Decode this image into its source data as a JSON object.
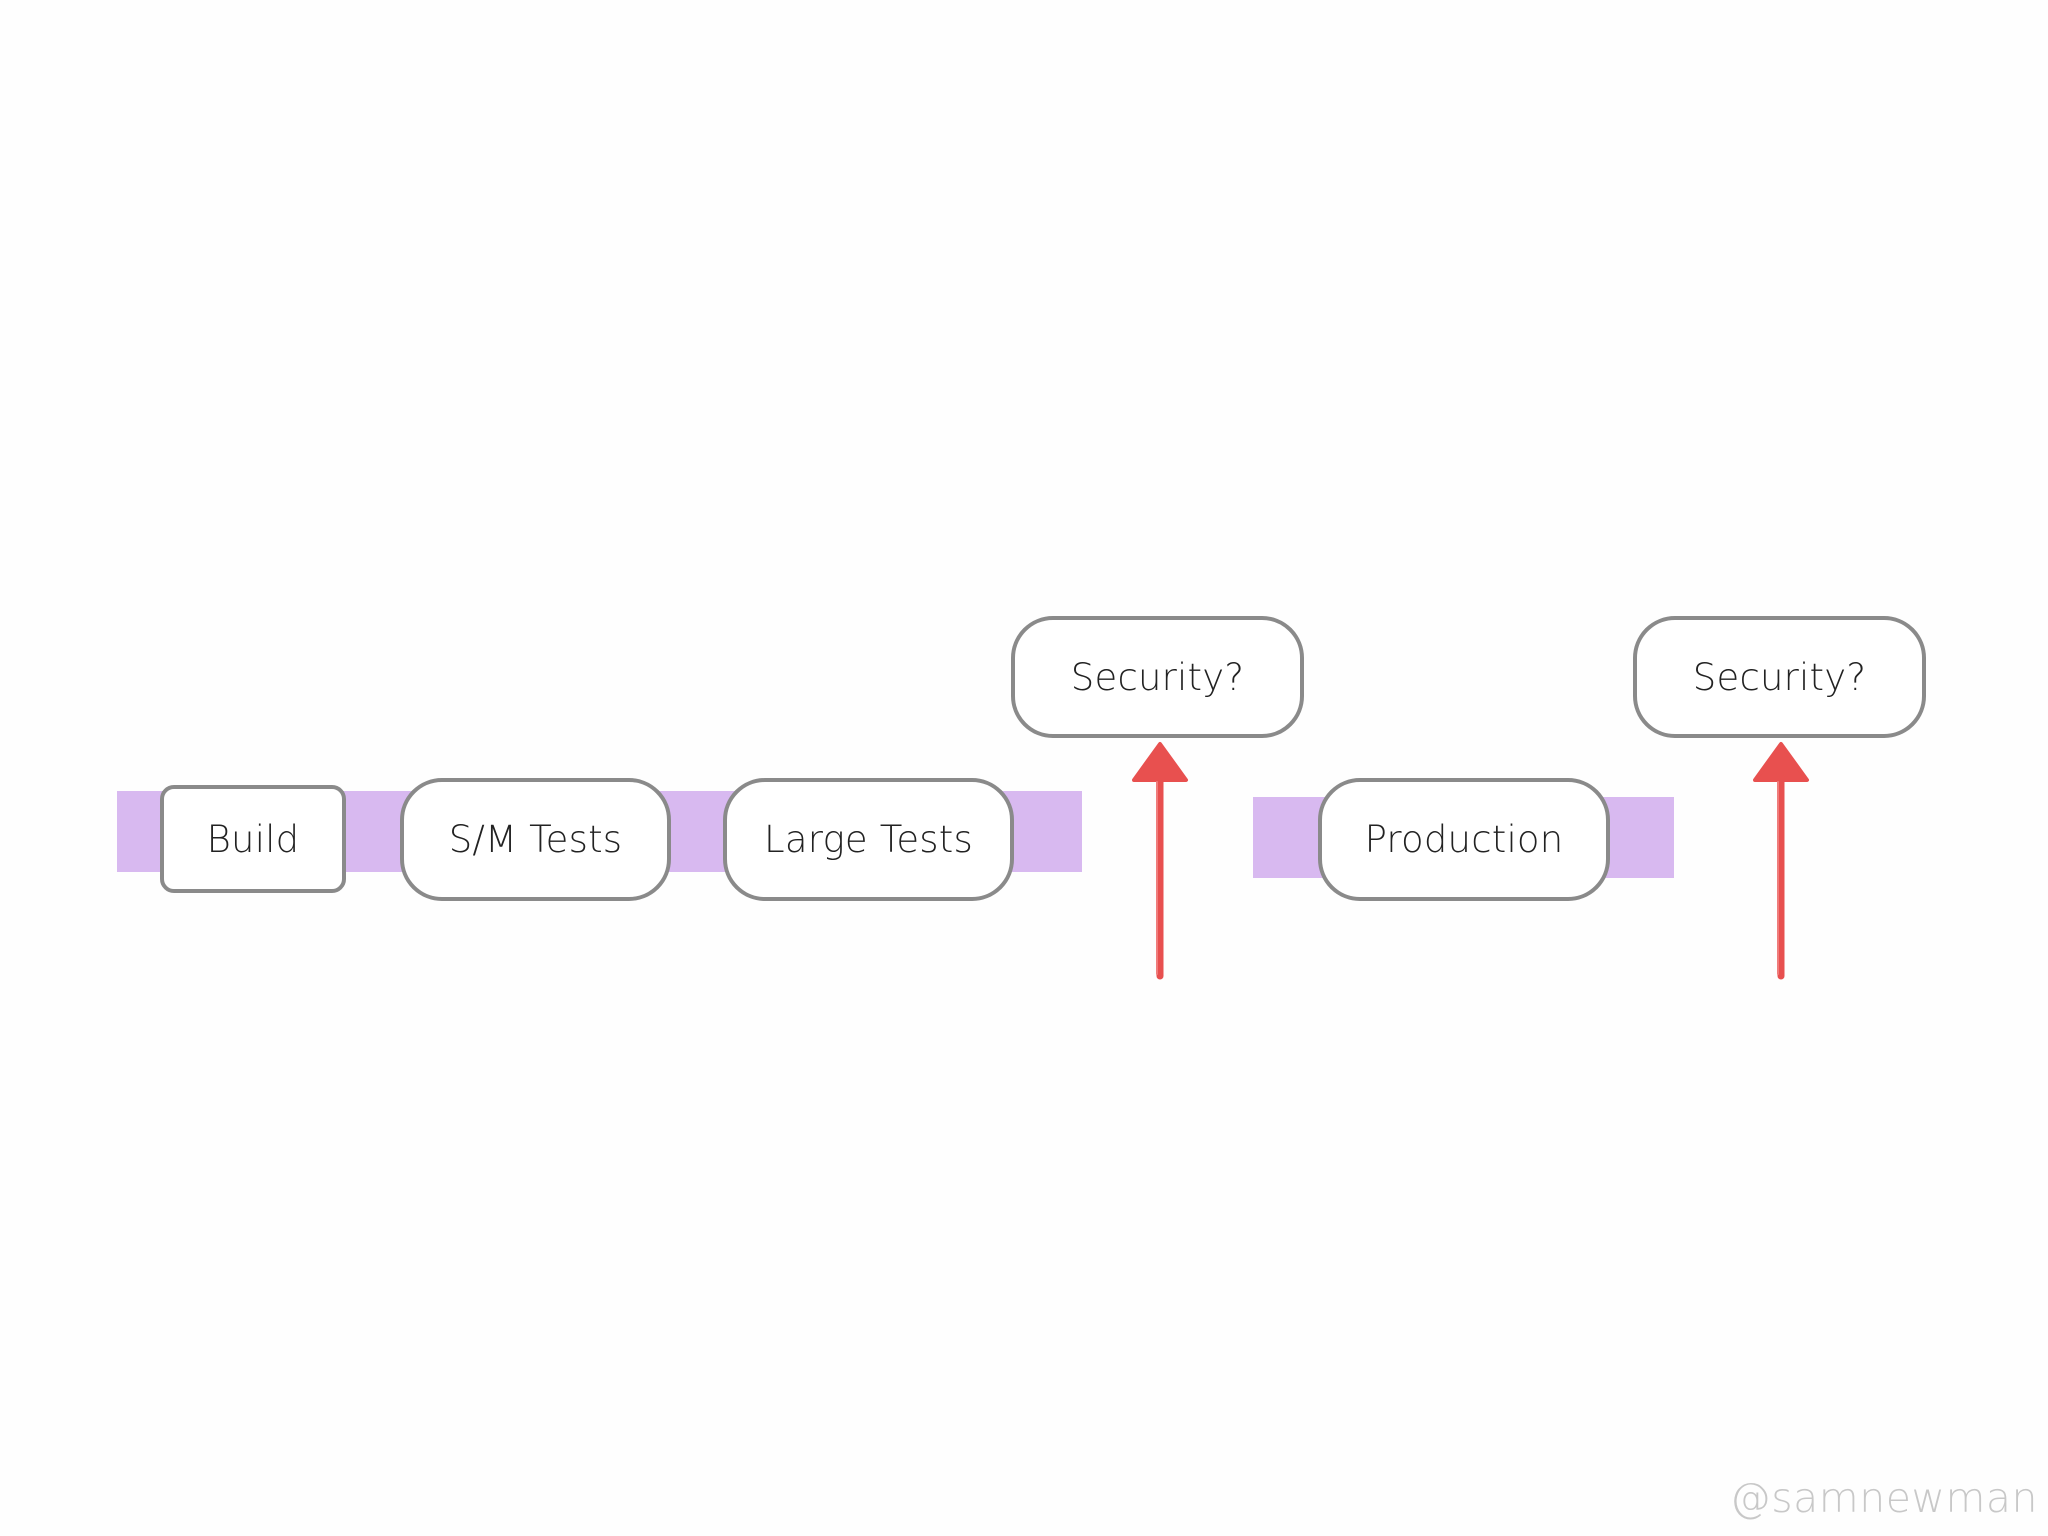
{
  "diagram": {
    "nodes": {
      "build": "Build",
      "sm_tests": "S/M Tests",
      "large_tests": "Large Tests",
      "production": "Production",
      "security_1": "Security?",
      "security_2": "Security?"
    },
    "handle": "@samnewman"
  },
  "colors": {
    "pipeline_band": "#d8b9f0",
    "node_border": "#8a8a8a",
    "arrow": "#e8504f",
    "handle_text": "#c8c8c8"
  },
  "icons": {
    "security_arrow": "arrow-up-icon"
  }
}
